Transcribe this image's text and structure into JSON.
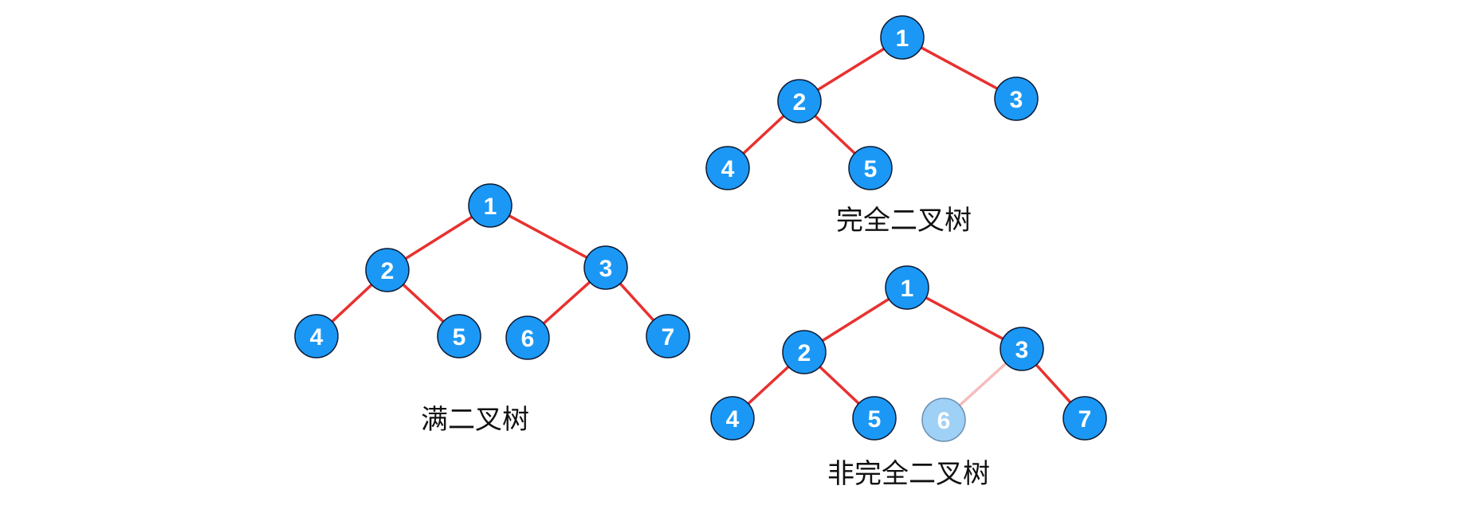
{
  "colors": {
    "node_fill": "#1b98f5",
    "node_stroke": "#0b1a33",
    "faded_node_fill": "#9fd0f6",
    "edge": "#e8312f",
    "faded_edge": "#f6bcbc"
  },
  "trees": [
    {
      "id": "full",
      "caption": "满二叉树",
      "nodes": [
        {
          "id": "1",
          "label": "1"
        },
        {
          "id": "2",
          "label": "2"
        },
        {
          "id": "3",
          "label": "3"
        },
        {
          "id": "4",
          "label": "4"
        },
        {
          "id": "5",
          "label": "5"
        },
        {
          "id": "6",
          "label": "6"
        },
        {
          "id": "7",
          "label": "7"
        }
      ],
      "edges": [
        [
          "1",
          "2"
        ],
        [
          "1",
          "3"
        ],
        [
          "2",
          "4"
        ],
        [
          "2",
          "5"
        ],
        [
          "3",
          "6"
        ],
        [
          "3",
          "7"
        ]
      ]
    },
    {
      "id": "complete",
      "caption": "完全二叉树",
      "nodes": [
        {
          "id": "1",
          "label": "1"
        },
        {
          "id": "2",
          "label": "2"
        },
        {
          "id": "3",
          "label": "3"
        },
        {
          "id": "4",
          "label": "4"
        },
        {
          "id": "5",
          "label": "5"
        }
      ],
      "edges": [
        [
          "1",
          "2"
        ],
        [
          "1",
          "3"
        ],
        [
          "2",
          "4"
        ],
        [
          "2",
          "5"
        ]
      ]
    },
    {
      "id": "non-complete",
      "caption": "非完全二叉树",
      "nodes": [
        {
          "id": "1",
          "label": "1"
        },
        {
          "id": "2",
          "label": "2"
        },
        {
          "id": "3",
          "label": "3"
        },
        {
          "id": "4",
          "label": "4"
        },
        {
          "id": "5",
          "label": "5"
        },
        {
          "id": "6",
          "label": "6",
          "faded": true
        },
        {
          "id": "7",
          "label": "7"
        }
      ],
      "edges": [
        [
          "1",
          "2"
        ],
        [
          "1",
          "3"
        ],
        [
          "2",
          "4"
        ],
        [
          "2",
          "5"
        ],
        [
          "3",
          "6",
          "faded"
        ],
        [
          "3",
          "7"
        ]
      ]
    }
  ]
}
